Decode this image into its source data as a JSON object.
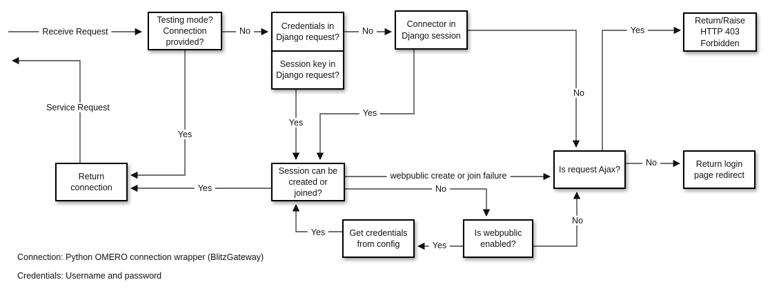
{
  "diagram": {
    "nodes": {
      "testing_mode": {
        "label": "Testing mode?\nConnection\nprovided?"
      },
      "credentials_in_request": {
        "label": "Credentials in\nDjango request?"
      },
      "session_key_in_request": {
        "label": "Session key in\nDjango request?"
      },
      "connector_in_session": {
        "label": "Connector in\nDjango session"
      },
      "http_403": {
        "label": "Return/Raise\nHTTP 403\nForbidden"
      },
      "return_connection": {
        "label": "Return\nconnection"
      },
      "session_create_join": {
        "label": "Session can be\ncreated or\njoined?"
      },
      "is_request_ajax": {
        "label": "Is request Ajax?"
      },
      "login_redirect": {
        "label": "Return login\npage redirect"
      },
      "get_credentials_config": {
        "label": "Get credentials\nfrom config"
      },
      "is_webpublic_enabled": {
        "label": "Is webpublic\nenabled?"
      }
    },
    "edge_labels": {
      "receive_request": "Receive Request",
      "service_request": "Service Request",
      "no_testing_to_credentials": "No",
      "no_credentials_to_connector": "No",
      "yes_ajax_to_403": "Yes",
      "no_connector_to_ajax": "No",
      "yes_testing_to_return": "Yes",
      "yes_sessionkey_to_session": "Yes",
      "yes_connector_to_session": "Yes",
      "yes_session_to_return": "Yes",
      "webpublic_failure": "webpublic create or join failure",
      "no_session_to_webpublic": "No",
      "no_ajax_to_login": "No",
      "yes_webpublic_to_getcred": "Yes",
      "yes_getcred_to_session": "Yes",
      "no_webpublic_to_ajax": "No"
    },
    "footnotes": {
      "connection": "Connection: Python OMERO connection wrapper (BlitzGateway)",
      "credentials": "Credentials: Username and password"
    },
    "colors": {
      "line": "#3f3f3f",
      "arrowhead": "#111111",
      "box_border": "#000000",
      "box_fill": "#ffffff",
      "text": "#111111"
    }
  }
}
